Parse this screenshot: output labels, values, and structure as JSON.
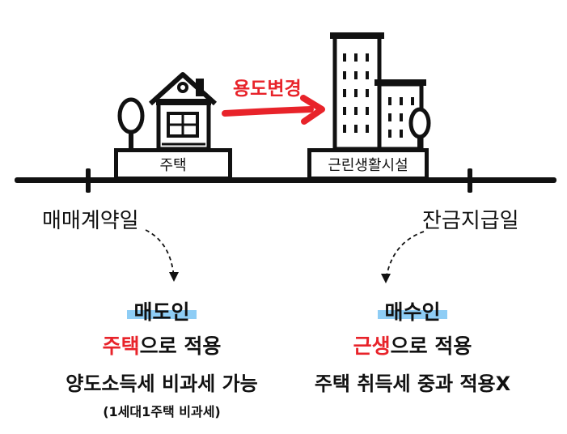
{
  "change_label": "용도변경",
  "before_building": {
    "label": "주택"
  },
  "after_building": {
    "label": "근린생활시설"
  },
  "dates": {
    "contract": "매매계약일",
    "payment": "잔금지급일"
  },
  "seller": {
    "role": "매도인",
    "line1_highlight": "주택",
    "line1_rest": "으로 적용",
    "line2": "양도소득세 비과세 가능",
    "note": "(1세대1주택 비과세)"
  },
  "buyer": {
    "role": "매수인",
    "line1_highlight": "근생",
    "line1_rest": "으로 적용",
    "line2": "주택 취득세 중과 적용X"
  },
  "colors": {
    "accent_red": "#e8232a",
    "highlight_blue": "#8ecdf5",
    "ink": "#111111"
  }
}
